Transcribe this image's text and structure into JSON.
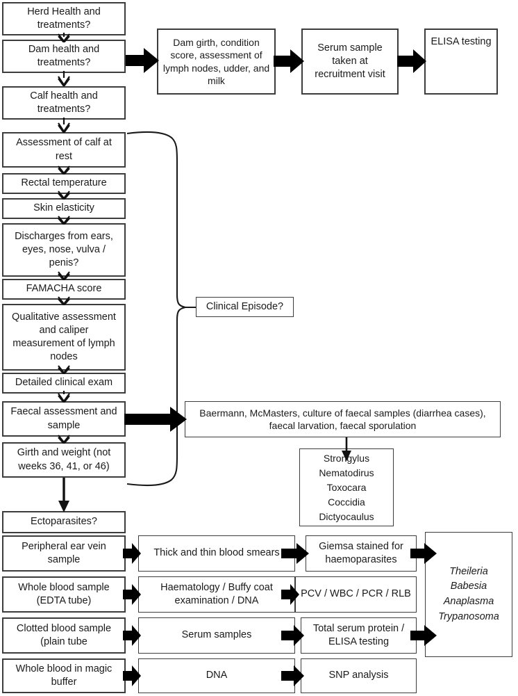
{
  "diagram": {
    "title": "Cattle herd and calf clinical assessment and sampling flowchart",
    "line_color": "#3c3c3c",
    "arrow_color": "#000000",
    "background": "#ffffff"
  },
  "left_column": {
    "items": [
      {
        "id": "herd-health",
        "label": "Herd Health and treatments?"
      },
      {
        "id": "dam-health",
        "label": "Dam health and treatments?"
      },
      {
        "id": "calf-health",
        "label": "Calf health and treatments?"
      },
      {
        "id": "assessment-calf-rest",
        "label": "Assessment of calf at rest"
      },
      {
        "id": "rectal-temperature",
        "label": "Rectal temperature"
      },
      {
        "id": "skin-elasticity",
        "label": "Skin elasticity"
      },
      {
        "id": "discharges",
        "label": "Discharges from ears, eyes, nose, vulva / penis?"
      },
      {
        "id": "famacha-score",
        "label": "FAMACHA score"
      },
      {
        "id": "qualitative-assessment",
        "label": "Qualitative assessment and caliper measurement of lymph nodes"
      },
      {
        "id": "detailed-clinical-exam",
        "label": "Detailed clinical exam"
      },
      {
        "id": "faecal-assessment",
        "label": "Faecal assessment and sample"
      },
      {
        "id": "girth-and-weight",
        "label": "Girth and weight (not weeks 36, 41, or 46)"
      },
      {
        "id": "ectoparasites",
        "label": "Ectoparasites?"
      }
    ]
  },
  "dam_branch": {
    "dam_girth": "Dam girth, condition score, assessment of lymph nodes, udder, and milk",
    "serum_sample": "Serum sample taken at recruitment visit",
    "elisa_testing": "ELISA testing"
  },
  "clinical_episode": {
    "label": "Clinical Episode?"
  },
  "faecal_branch": {
    "baermann": "Baermann, McMasters, culture of faecal samples (diarrhea cases), faecal larvation, faecal sporulation",
    "parasites": "Strongylus\nNematodirus\nToxocara\nCoccidia\nDictyocaulus",
    "parasite_list": [
      "Strongylus",
      "Nematodirus",
      "Toxocara",
      "Coccidia",
      "Dictyocaulus"
    ]
  },
  "blood_rows": [
    {
      "sample": "Peripheral ear vein sample",
      "processing": "Thick and thin blood smears",
      "test": "Giemsa stained for haemoparasites"
    },
    {
      "sample": "Whole blood sample (EDTA tube)",
      "processing": "Haematology / Buffy coat examination / DNA",
      "test": "PCV / WBC / PCR / RLB"
    },
    {
      "sample": "Clotted blood sample (plain tube",
      "processing": "Serum samples",
      "test": "Total serum protein / ELISA testing"
    },
    {
      "sample": "Whole blood in magic buffer",
      "processing": "DNA",
      "test": "SNP analysis"
    }
  ],
  "haemoparasite_results": {
    "label": "Theileria\nBabesia\nAnaplasma\nTrypanosoma",
    "organisms": [
      "Theileria",
      "Babesia",
      "Anaplasma",
      "Trypanosoma"
    ]
  }
}
